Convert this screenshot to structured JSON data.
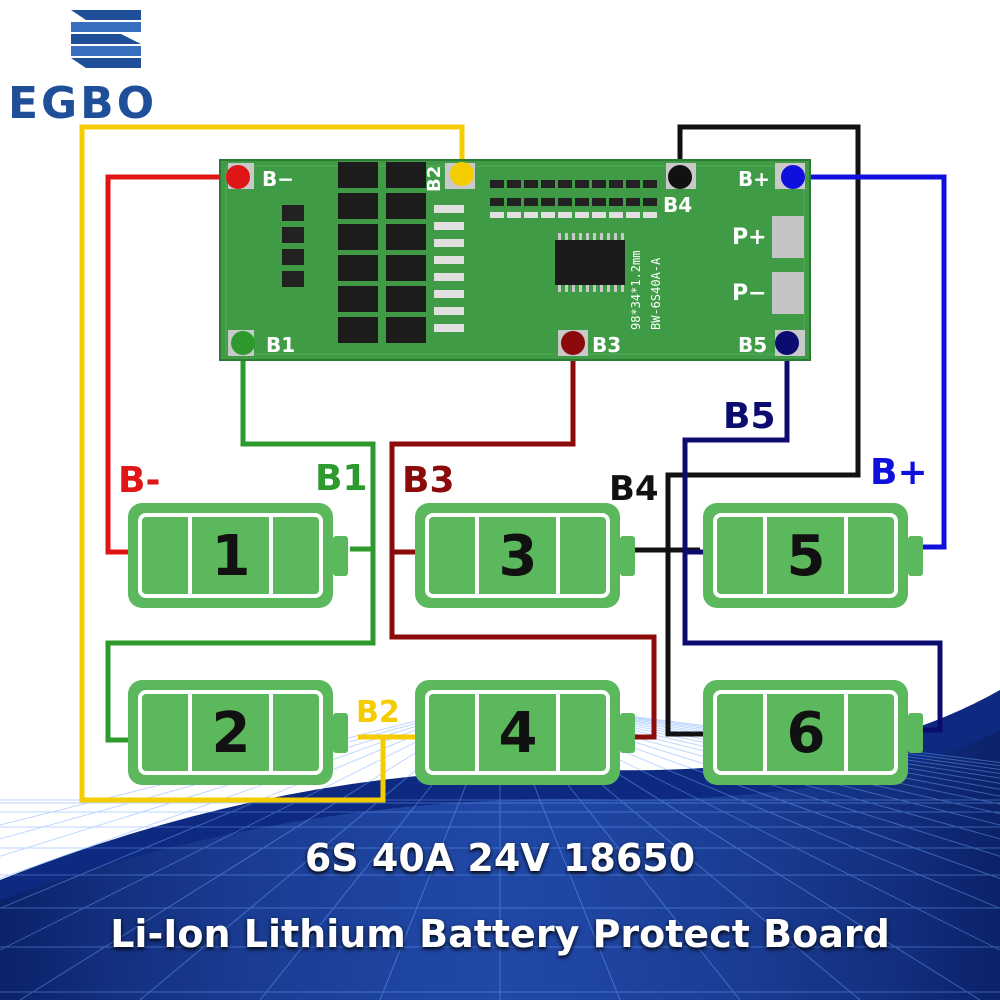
{
  "brand": {
    "logo_text": "EGBO"
  },
  "board": {
    "pad_labels": [
      "B−",
      "B2",
      "B4",
      "B+",
      "B1",
      "B3",
      "B5",
      "P+",
      "P−"
    ],
    "silkscreen_1": "98*34*1.2mm",
    "silkscreen_2": "BW-6S40A-A"
  },
  "wire_labels": {
    "b_minus": "B-",
    "b1": "B1",
    "b3": "B3",
    "b4": "B4",
    "b5": "B5",
    "b_plus": "B+",
    "b2": "B2"
  },
  "cells": [
    "1",
    "2",
    "3",
    "4",
    "5",
    "6"
  ],
  "caption": {
    "line1": "6S 40A 24V 18650",
    "line2": "Li-Ion Lithium Battery Protect Board"
  },
  "colors": {
    "b_minus": "#e01616",
    "b1": "#2e9a2e",
    "b2": "#f5cc00",
    "b3": "#8b0a0a",
    "b4": "#111111",
    "b5": "#0c0c70",
    "b_plus": "#1010dd",
    "cell": "#5cb85c",
    "pcb": "#3f9b45",
    "background": "#0a1a55"
  }
}
